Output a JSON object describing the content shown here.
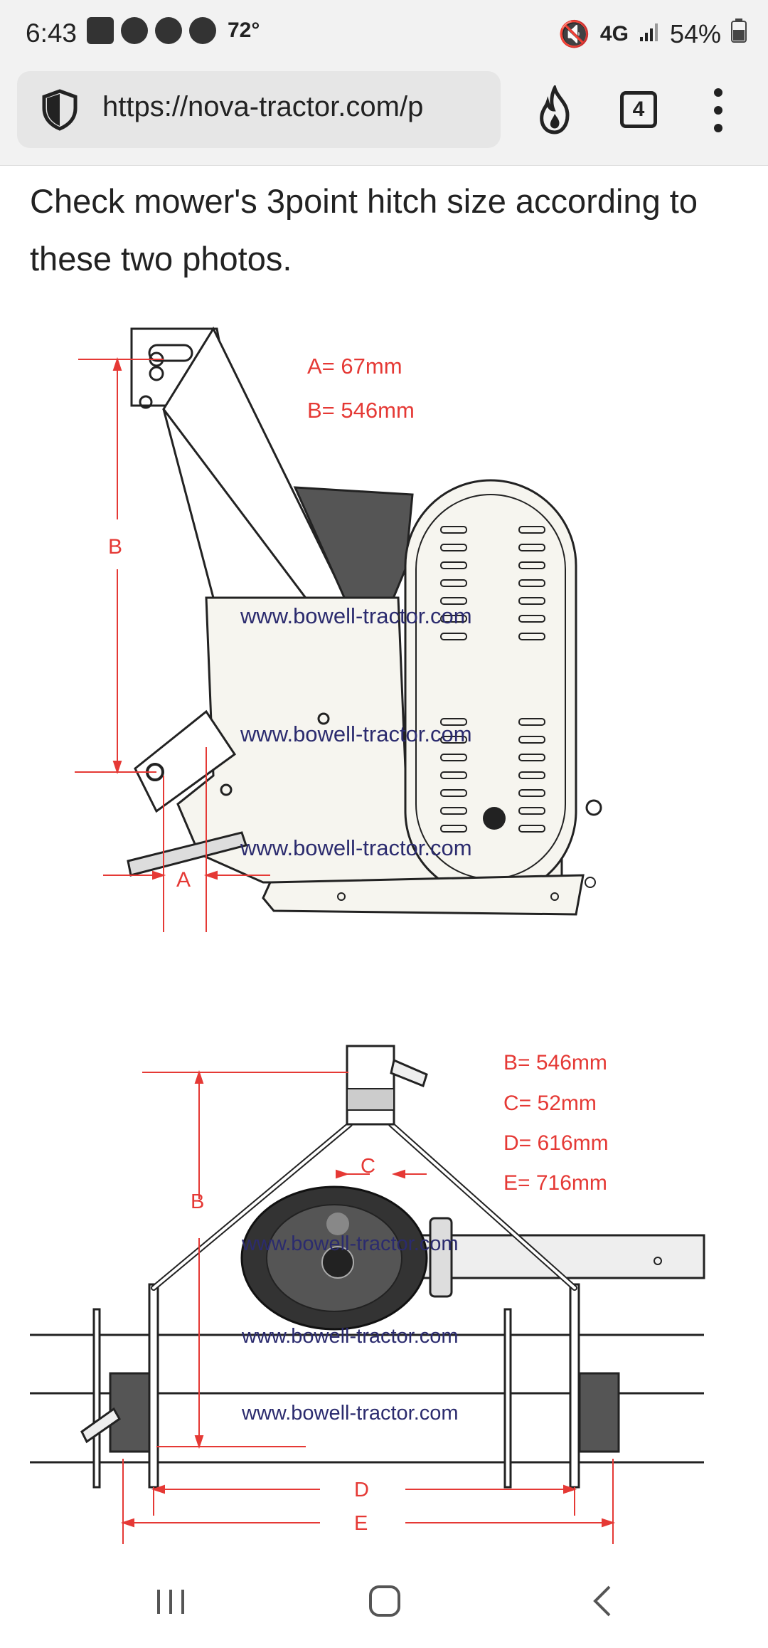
{
  "status_bar": {
    "time": "6:43",
    "temperature": "72°",
    "network": "4G",
    "battery": "54%"
  },
  "browser": {
    "url": "https://nova-tractor.com/p",
    "tab_count": "4"
  },
  "article": {
    "text": "Check mower's 3point hitch size according to these two photos."
  },
  "diagram1": {
    "spec_a": "A= 67mm",
    "spec_b": "B= 546mm",
    "label_a": "A",
    "label_b": "B",
    "watermark": "www.bowell-tractor.com"
  },
  "diagram2": {
    "spec_b": "B= 546mm",
    "spec_c": "C= 52mm",
    "spec_d": "D= 616mm",
    "spec_e": "E= 716mm",
    "label_b": "B",
    "label_c": "C",
    "label_d": "D",
    "label_e": "E",
    "watermark": "www.bowell-tractor.com"
  },
  "colors": {
    "dimension_red": "#e53935",
    "watermark_blue": "#2b2b6e"
  }
}
